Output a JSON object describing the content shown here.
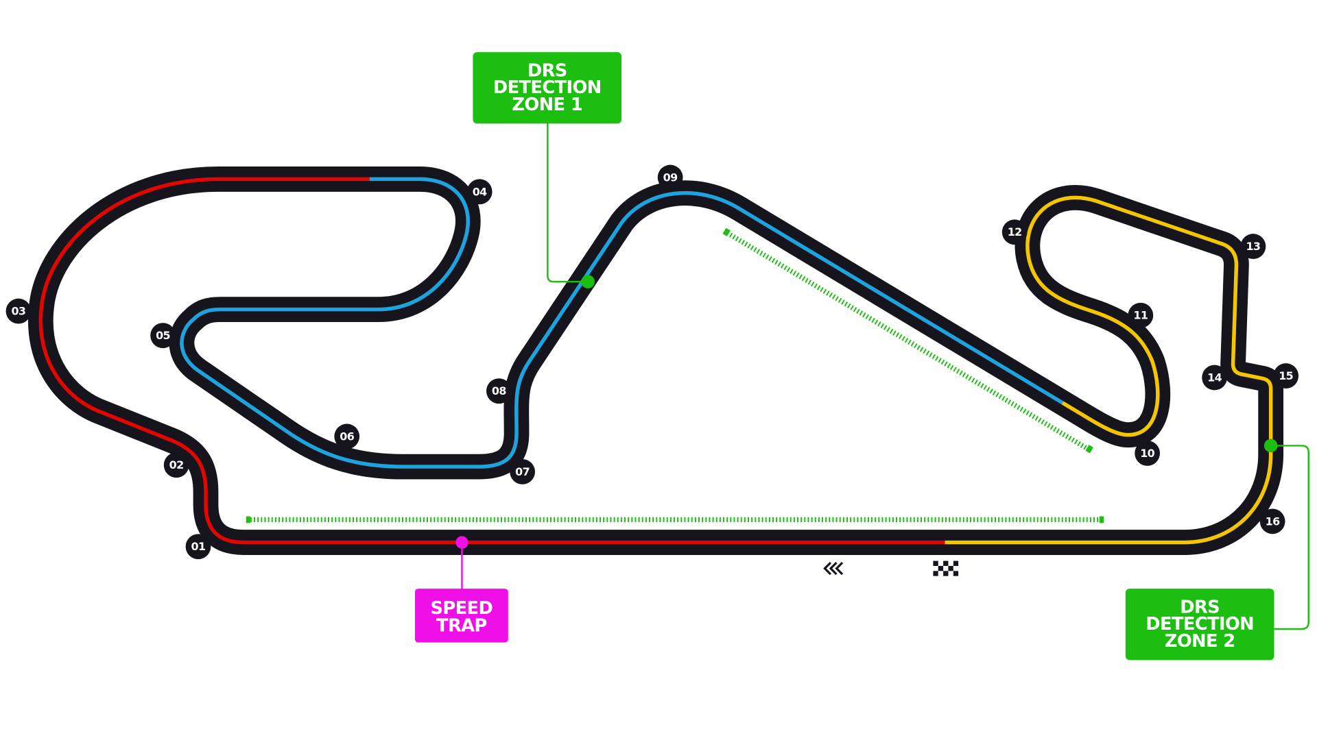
{
  "circuit": {
    "sectors": [
      {
        "id": "sector-1",
        "color": "#e10600"
      },
      {
        "id": "sector-2",
        "color": "#1fa3dc"
      },
      {
        "id": "sector-3",
        "color": "#f4c600"
      }
    ],
    "track_color": "#16151d",
    "turns": [
      {
        "label": "01"
      },
      {
        "label": "02"
      },
      {
        "label": "03"
      },
      {
        "label": "04"
      },
      {
        "label": "05"
      },
      {
        "label": "06"
      },
      {
        "label": "07"
      },
      {
        "label": "08"
      },
      {
        "label": "09"
      },
      {
        "label": "10"
      },
      {
        "label": "11"
      },
      {
        "label": "12"
      },
      {
        "label": "13"
      },
      {
        "label": "14"
      },
      {
        "label": "15"
      },
      {
        "label": "16"
      }
    ]
  },
  "callouts": {
    "drs_detection_1": {
      "lines": [
        "DRS",
        "DETECTION",
        "ZONE 1"
      ],
      "color": "#1cbf0f"
    },
    "drs_detection_2": {
      "lines": [
        "DRS",
        "DETECTION",
        "ZONE 2"
      ],
      "color": "#1cbf0f"
    },
    "speed_trap": {
      "lines": [
        "SPEED",
        "TRAP"
      ],
      "color": "#ee10e6"
    }
  },
  "markers": {
    "direction_icon": "triple-chevron-left",
    "finish_icon": "checkered-flag"
  }
}
